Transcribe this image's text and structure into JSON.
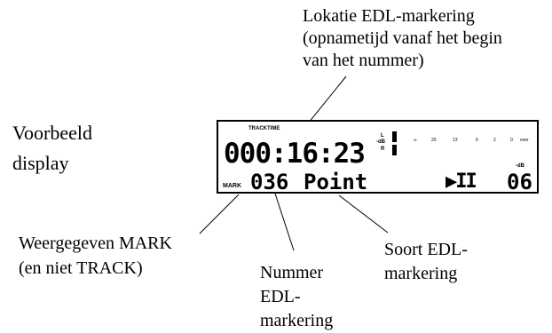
{
  "caption_top": {
    "lines": [
      "Lokatie EDL-markering",
      "(opnametijd vanaf het begin",
      "van het nummer)"
    ]
  },
  "caption_left": {
    "lines": [
      "Voorbeeld",
      "display"
    ]
  },
  "caption_mark": {
    "lines": [
      "Weergegeven MARK",
      "(en niet TRACK)"
    ]
  },
  "caption_number": {
    "lines": [
      "Nummer",
      "EDL-",
      "markering"
    ]
  },
  "caption_type": {
    "lines": [
      "Soort EDL-",
      "markering"
    ]
  },
  "display": {
    "tracktime_label": "TRACKTIME",
    "time": "000:16:23",
    "mark_label": "MARK",
    "mark_number": "036",
    "mark_type": "Point",
    "play_pause_symbol": "▶II",
    "right_number": "06",
    "right_unit": "-dB",
    "meter_label_l": "L",
    "meter_label_db": "-dB",
    "meter_label_r": "R",
    "meter_scale": [
      "∞",
      "20",
      "13",
      "6",
      "2",
      "0",
      "over"
    ]
  },
  "icons": {
    "play_pause": "play-pause-icon"
  }
}
